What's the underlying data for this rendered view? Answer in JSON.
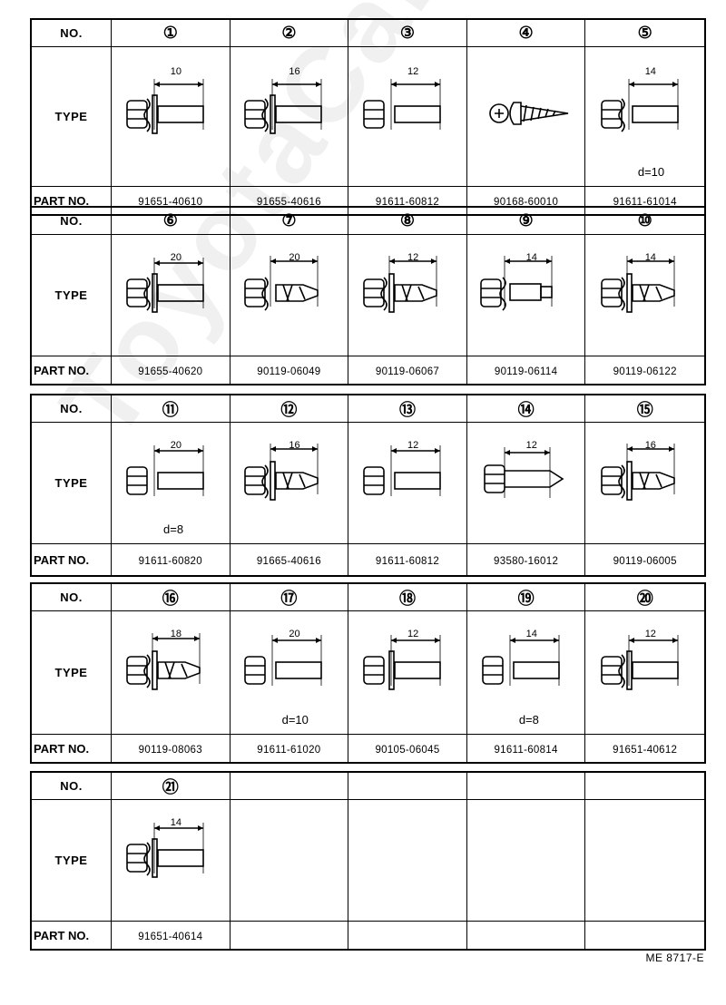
{
  "labels": {
    "no": "NO.",
    "type": "TYPE",
    "part_no": "PART NO."
  },
  "groups": [
    {
      "items": [
        {
          "no": "①",
          "dim": "10",
          "part_no": "91651-40610",
          "note": ""
        },
        {
          "no": "②",
          "dim": "16",
          "part_no": "91655-40616",
          "note": ""
        },
        {
          "no": "③",
          "dim": "12",
          "part_no": "91611-60812",
          "note": ""
        },
        {
          "no": "④",
          "dim": "",
          "part_no": "90168-60010",
          "note": ""
        },
        {
          "no": "⑤",
          "dim": "14",
          "part_no": "91611-61014",
          "note": "d=10"
        }
      ]
    },
    {
      "items": [
        {
          "no": "⑥",
          "dim": "20",
          "part_no": "91655-40620",
          "note": ""
        },
        {
          "no": "⑦",
          "dim": "20",
          "part_no": "90119-06049",
          "note": ""
        },
        {
          "no": "⑧",
          "dim": "12",
          "part_no": "90119-06067",
          "note": ""
        },
        {
          "no": "⑨",
          "dim": "14",
          "part_no": "90119-06114",
          "note": ""
        },
        {
          "no": "⑩",
          "dim": "14",
          "part_no": "90119-06122",
          "note": ""
        }
      ]
    },
    {
      "items": [
        {
          "no": "⑪",
          "dim": "20",
          "part_no": "91611-60820",
          "note": "d=8"
        },
        {
          "no": "⑫",
          "dim": "16",
          "part_no": "91665-40616",
          "note": ""
        },
        {
          "no": "⑬",
          "dim": "12",
          "part_no": "91611-60812",
          "note": ""
        },
        {
          "no": "⑭",
          "dim": "12",
          "part_no": "93580-16012",
          "note": ""
        },
        {
          "no": "⑮",
          "dim": "16",
          "part_no": "90119-06005",
          "note": ""
        }
      ]
    },
    {
      "items": [
        {
          "no": "⑯",
          "dim": "18",
          "part_no": "90119-08063",
          "note": ""
        },
        {
          "no": "⑰",
          "dim": "20",
          "part_no": "91611-61020",
          "note": "d=10"
        },
        {
          "no": "⑱",
          "dim": "12",
          "part_no": "90105-06045",
          "note": ""
        },
        {
          "no": "⑲",
          "dim": "14",
          "part_no": "91611-60814",
          "note": "d=8"
        },
        {
          "no": "⑳",
          "dim": "12",
          "part_no": "91651-40612",
          "note": ""
        }
      ]
    },
    {
      "items": [
        {
          "no": "㉑",
          "dim": "14",
          "part_no": "91651-40614",
          "note": ""
        },
        {
          "no": "",
          "dim": "",
          "part_no": "",
          "note": ""
        },
        {
          "no": "",
          "dim": "",
          "part_no": "",
          "note": ""
        },
        {
          "no": "",
          "dim": "",
          "part_no": "",
          "note": ""
        },
        {
          "no": "",
          "dim": "",
          "part_no": "",
          "note": ""
        }
      ]
    }
  ],
  "footer": {
    "code": "ME 8717-E"
  },
  "watermark": "ToyotaCarWire.ru"
}
